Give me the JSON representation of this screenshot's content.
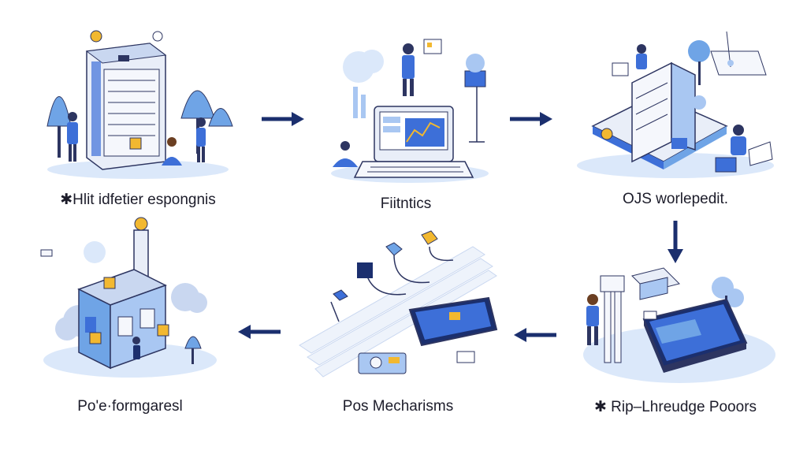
{
  "colors": {
    "navy": "#1b2f6e",
    "blue": "#3d6fd8",
    "light_blue": "#a9c7f2",
    "pale_blue": "#dbe8fa",
    "gold": "#f2b830",
    "outline": "#2d3561"
  },
  "steps": [
    {
      "label": "✱Hlit idfetier espongnis",
      "icon": "server-cabinet-icon"
    },
    {
      "label": "Fiitntics",
      "icon": "computer-terminal-icon"
    },
    {
      "label": "OJS worlepedit.",
      "icon": "isometric-office-icon"
    },
    {
      "label": "✱ Rip–Lhreudge Pooors",
      "icon": "tablet-device-icon"
    },
    {
      "label": "Pos Mecharisms",
      "icon": "conveyor-phone-icon"
    },
    {
      "label": "Po'e·formgaresl",
      "icon": "factory-building-icon"
    }
  ],
  "arrows": [
    "arrow-right",
    "arrow-right",
    "arrow-down",
    "arrow-left",
    "arrow-left"
  ]
}
